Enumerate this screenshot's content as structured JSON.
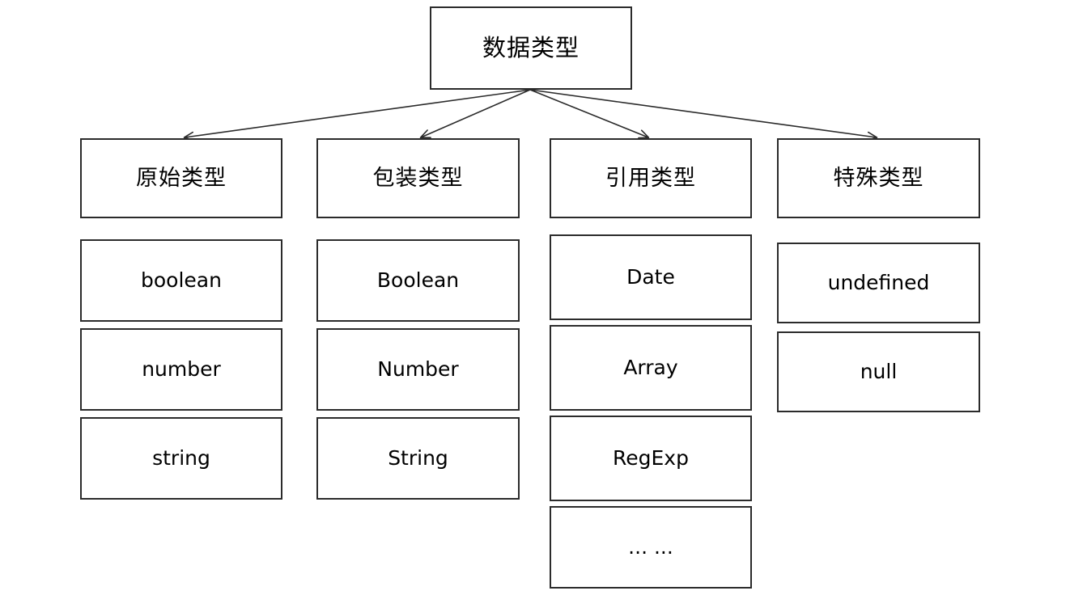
{
  "diagram": {
    "title": "数据类型",
    "background_color": "#ffffff",
    "line_color": "#2b2b2b",
    "text_color": "#000000",
    "root": {
      "label": "数据类型"
    },
    "columns": [
      {
        "id": "primitive",
        "category": "原始类型",
        "leaves": [
          "boolean",
          "number",
          "string"
        ]
      },
      {
        "id": "wrapper",
        "category": "包装类型",
        "leaves": [
          "Boolean",
          "Number",
          "String"
        ]
      },
      {
        "id": "reference",
        "category": "引用类型",
        "leaves": [
          "Date",
          "Array",
          "RegExp",
          "... ..."
        ]
      },
      {
        "id": "special",
        "category": "特殊类型",
        "leaves": [
          "undefined",
          "null"
        ]
      }
    ],
    "edges": [
      {
        "from": "root",
        "to": "primitive"
      },
      {
        "from": "root",
        "to": "wrapper"
      },
      {
        "from": "root",
        "to": "reference"
      },
      {
        "from": "root",
        "to": "special"
      }
    ]
  }
}
